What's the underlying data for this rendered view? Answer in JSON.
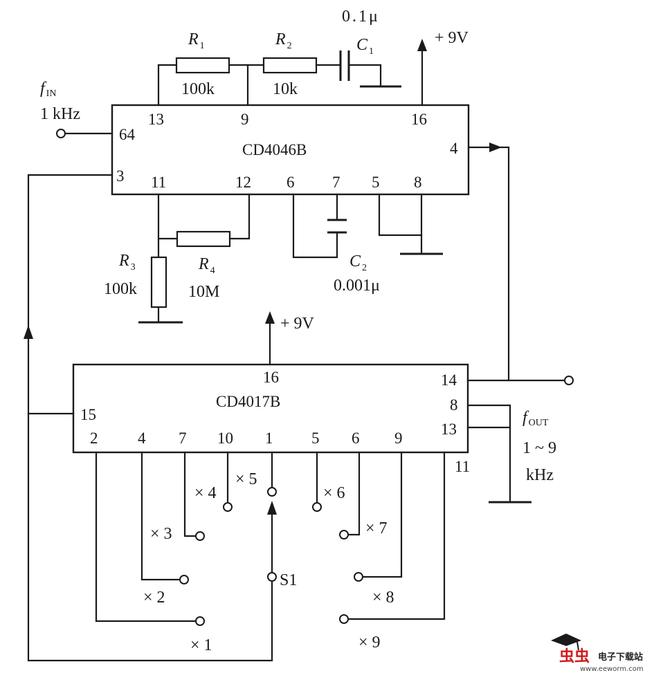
{
  "components": {
    "r1": {
      "name": "R",
      "sub": "1",
      "value": "100k"
    },
    "r2": {
      "name": "R",
      "sub": "2",
      "value": "10k"
    },
    "r3": {
      "name": "R",
      "sub": "3",
      "value": "100k"
    },
    "r4": {
      "name": "R",
      "sub": "4",
      "value": "10M"
    },
    "c1": {
      "name": "C",
      "sub": "1",
      "value": "0.1μ"
    },
    "c2": {
      "name": "C",
      "sub": "2",
      "value": "0.001μ"
    }
  },
  "ic1": {
    "part": "CD4046B",
    "pins": {
      "p13": "13",
      "p9": "9",
      "p16": "16",
      "p14": "64",
      "p4": "4",
      "p3": "3",
      "p11": "11",
      "p12": "12",
      "p6": "6",
      "p7": "7",
      "p5": "5",
      "p8": "8"
    }
  },
  "ic2": {
    "part": "CD4017B",
    "pins": {
      "p16": "16",
      "p14": "14",
      "p8": "8",
      "p13": "13",
      "p15": "15",
      "p11": "11",
      "p2": "2",
      "p4": "4",
      "p7": "7",
      "p10": "10",
      "p1": "1",
      "p5": "5",
      "p6": "6",
      "p9": "9"
    }
  },
  "supply": {
    "top": "+ 9V",
    "mid": "+ 9V"
  },
  "input": {
    "f": "f",
    "sub": "IN",
    "freq": "1 kHz"
  },
  "output": {
    "f": "f",
    "sub": "OUT",
    "range": "1 ~ 9",
    "unit": "kHz"
  },
  "switch": {
    "name": "S1",
    "positions": [
      "× 1",
      "× 2",
      "× 3",
      "× 4",
      "× 5",
      "× 6",
      "× 7",
      "× 8",
      "× 9"
    ]
  },
  "watermark": {
    "brand": "虫虫",
    "cn": "电子下载站",
    "url": "www.eeworm.com"
  }
}
